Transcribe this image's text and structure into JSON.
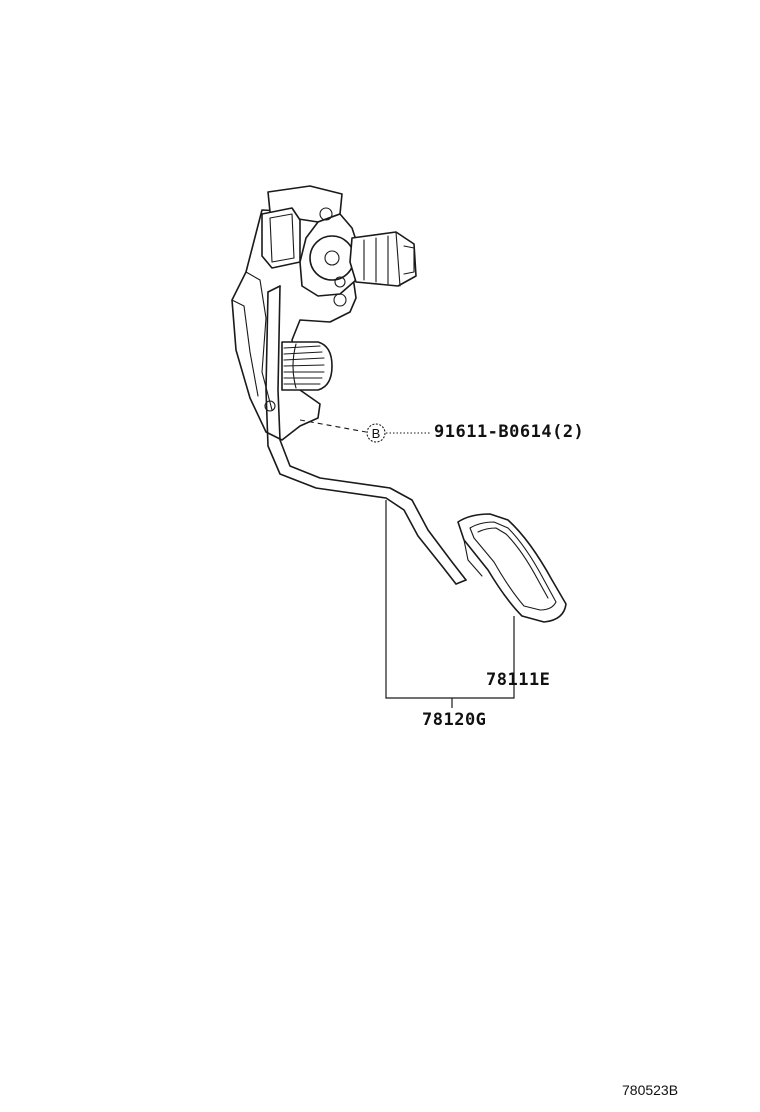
{
  "parts": {
    "bolt_number": "91611-B0614(2)",
    "pad_number": "78111E",
    "pedal_assembly_number": "78120G"
  },
  "callouts": {
    "bolt_callout": "B"
  },
  "figure_ref": "780523B"
}
